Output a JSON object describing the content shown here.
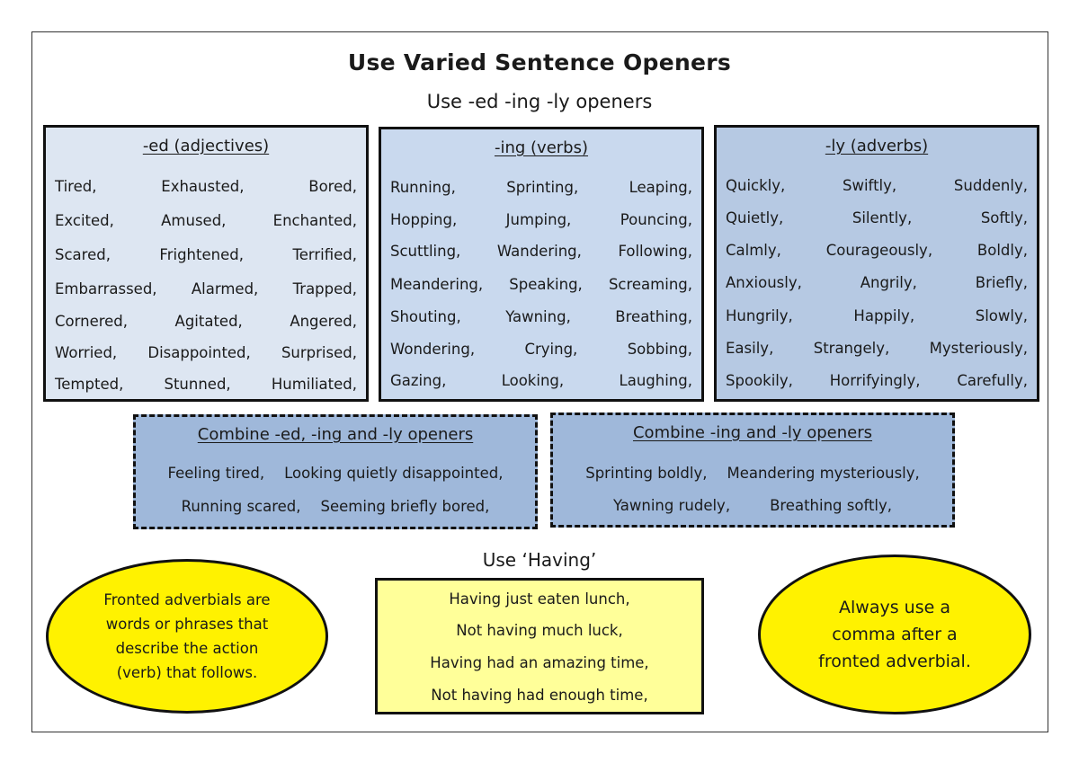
{
  "title": "Use Varied Sentence Openers",
  "subtitle": "Use -ed -ing -ly openers",
  "ed_box": {
    "heading": "-ed (adjectives)",
    "rows": [
      [
        "Tired,",
        "Exhausted,",
        "Bored,"
      ],
      [
        "Excited,",
        "Amused,",
        "Enchanted,"
      ],
      [
        "Scared,",
        "Frightened,",
        "Terrified,"
      ],
      [
        "Embarrassed,",
        "Alarmed,",
        "Trapped,"
      ],
      [
        "Cornered,",
        "Agitated,",
        "Angered,"
      ],
      [
        "Worried,",
        "Disappointed,",
        "Surprised,"
      ],
      [
        "Tempted,",
        "Stunned,",
        "Humiliated,"
      ]
    ]
  },
  "ing_box": {
    "heading": "-ing (verbs)",
    "rows": [
      [
        "Running,",
        "Sprinting,",
        "Leaping,"
      ],
      [
        "Hopping,",
        "Jumping,",
        "Pouncing,"
      ],
      [
        "Scuttling,",
        "Wandering,",
        "Following,"
      ],
      [
        "Meandering,",
        "Speaking,",
        "Screaming,"
      ],
      [
        "Shouting,",
        "Yawning,",
        "Breathing,"
      ],
      [
        "Wondering,",
        "Crying,",
        "Sobbing,"
      ],
      [
        "Gazing,",
        "Looking,",
        "Laughing,"
      ]
    ]
  },
  "ly_box": {
    "heading": "-ly (adverbs)",
    "rows": [
      [
        "Quickly,",
        "Swiftly,",
        "Suddenly,"
      ],
      [
        "Quietly,",
        "Silently,",
        "Softly,"
      ],
      [
        "Calmly,",
        "Courageously,",
        "Boldly,"
      ],
      [
        "Anxiously,",
        "Angrily,",
        "Briefly,"
      ],
      [
        "Hungrily,",
        "Happily,",
        "Slowly,"
      ],
      [
        "Easily,",
        "Strangely,",
        "Mysteriously,"
      ],
      [
        "Spookily,",
        "Horrifyingly,",
        "Carefully,"
      ]
    ]
  },
  "combine_all": {
    "heading": "Combine -ed, -ing and -ly openers",
    "rows": [
      [
        "Feeling tired,",
        "Looking quietly disappointed,"
      ],
      [
        "Running scared,",
        "Seeming briefly bored,"
      ]
    ]
  },
  "combine_ing_ly": {
    "heading": "Combine -ing and -ly openers",
    "rows": [
      [
        "Sprinting boldly,",
        "Meandering mysteriously,"
      ],
      [
        "Yawning rudely,",
        "Breathing softly,"
      ]
    ]
  },
  "having": {
    "heading": "Use ‘Having’",
    "lines": [
      "Having just eaten lunch,",
      "Not having much luck,",
      "Having had an amazing time,",
      "Not having had enough time,"
    ]
  },
  "left_oval": {
    "lines": [
      "Fronted adverbials are",
      "words or phrases that",
      "describe the action",
      "(verb) that follows."
    ]
  },
  "right_oval": {
    "lines": [
      "Always use a",
      "comma after a",
      "fronted adverbial."
    ]
  },
  "colors": {
    "ed_fill": "#dde6f2",
    "ing_fill": "#c9d9ee",
    "ly_fill": "#b6c9e3",
    "combine_fill": "#9fb8da",
    "having_fill": "#ffff99",
    "oval_fill": "#fff200"
  }
}
